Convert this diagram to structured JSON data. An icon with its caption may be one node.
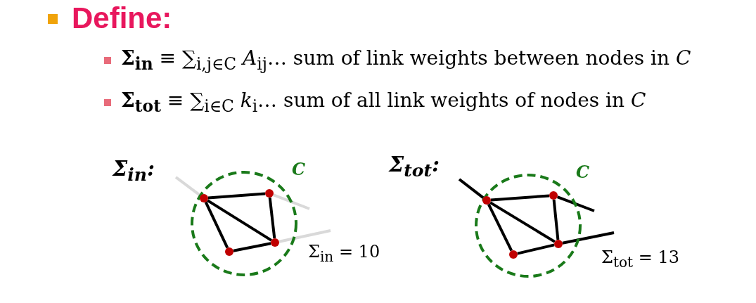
{
  "diagram": {
    "title": "Define:",
    "nodes": [
      {
        "text": [
          "C"
        ]
      },
      {
        "text": [],
        "shape": "circle",
        "in": 0
      },
      {
        "text": [],
        "shape": "circle",
        "in": 0
      },
      {
        "text": [],
        "shape": "circle",
        "in": 0
      },
      {
        "text": [],
        "shape": "circle",
        "in": 0
      },
      {
        "text": [
          "C"
        ]
      },
      {
        "text": [],
        "shape": "circle",
        "in": 5
      },
      {
        "text": [],
        "shape": "circle",
        "in": 5
      },
      {
        "text": [],
        "shape": "circle",
        "in": 5
      },
      {
        "text": [],
        "shape": "circle",
        "in": 5
      }
    ],
    "edges": [
      {
        "from": 1,
        "to": 2,
        "arrow": "none"
      },
      {
        "from": 1,
        "to": 3,
        "arrow": "none"
      },
      {
        "from": 2,
        "to": 3,
        "arrow": "none"
      },
      {
        "from": 3,
        "to": 4,
        "arrow": "none"
      },
      {
        "from": 4,
        "to": 1,
        "arrow": "none"
      },
      {
        "from": 1,
        "to": null,
        "arrow": "none",
        "color": "#d9d9d9"
      },
      {
        "from": 2,
        "to": null,
        "arrow": "none",
        "color": "#d9d9d9"
      },
      {
        "from": 3,
        "to": null,
        "arrow": "none",
        "color": "#d9d9d9"
      },
      {
        "from": 6,
        "to": 7,
        "arrow": "none"
      },
      {
        "from": 6,
        "to": 8,
        "arrow": "none"
      },
      {
        "from": 7,
        "to": 8,
        "arrow": "none"
      },
      {
        "from": 8,
        "to": 9,
        "arrow": "none"
      },
      {
        "from": 9,
        "to": 6,
        "arrow": "none"
      },
      {
        "from": 6,
        "to": null,
        "arrow": "none"
      },
      {
        "from": 7,
        "to": null,
        "arrow": "none"
      },
      {
        "from": 8,
        "to": null,
        "arrow": "none"
      }
    ],
    "labels": [
      "**Σ$_{in}$** ≡ ∑$_{i,j∈C}$ *A*$_{ij}$… sum of link weights between nodes in *C*",
      "**Σ$_{tot}$** ≡ ∑$_{i∈C}$ *k*$_{i}$… sum of all link weights of nodes in *C*",
      "Σ$_{in}$:",
      "Σ$_{tot}$:",
      "Σ$_{in}$ = 10",
      "Σ$_{tot}$ = 13"
    ]
  }
}
